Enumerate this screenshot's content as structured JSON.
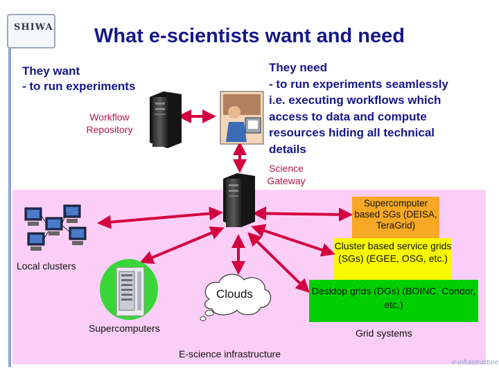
{
  "logo_text": "SHIWA",
  "title": "What e-scientists want and need",
  "they_want": "They want\n- to run experiments",
  "they_need": "They need\n- to run experiments seamlessly\ni.e. executing workflows which\naccess to data and compute\nresources hiding all technical\ndetails",
  "workflow_repository": "Workflow Repository",
  "science_gateway": "Science Gateway",
  "supercomputer_sgs": "Supercomputer based SGs (DEISA, TeraGrid)",
  "cluster_sgs": "Cluster based service grids (SGs) (EGEE, OSG, etc.)",
  "desktop_grids": "Desktop grids (DGs) (BOINC, Condor, etc.)",
  "local_clusters": "Local clusters",
  "clouds": "Clouds",
  "supercomputers": "Supercomputers",
  "grid_systems": "Grid systems",
  "e_science_infrastructure": "E-science infrastructure",
  "footer_logo": "e-infrastructure",
  "colors": {
    "title": "#16168a",
    "label_red": "#b4134a",
    "arrow": "#d3003f",
    "infra_bg": "#fbcef7",
    "supercomputer_box": "#f8a824",
    "cluster_box": "#f8f800",
    "desktop_box": "#00d000"
  },
  "icons": [
    "server-icon",
    "scientist-icon",
    "cluster-computer-icon",
    "supercomputer-icon",
    "cloud-icon"
  ]
}
